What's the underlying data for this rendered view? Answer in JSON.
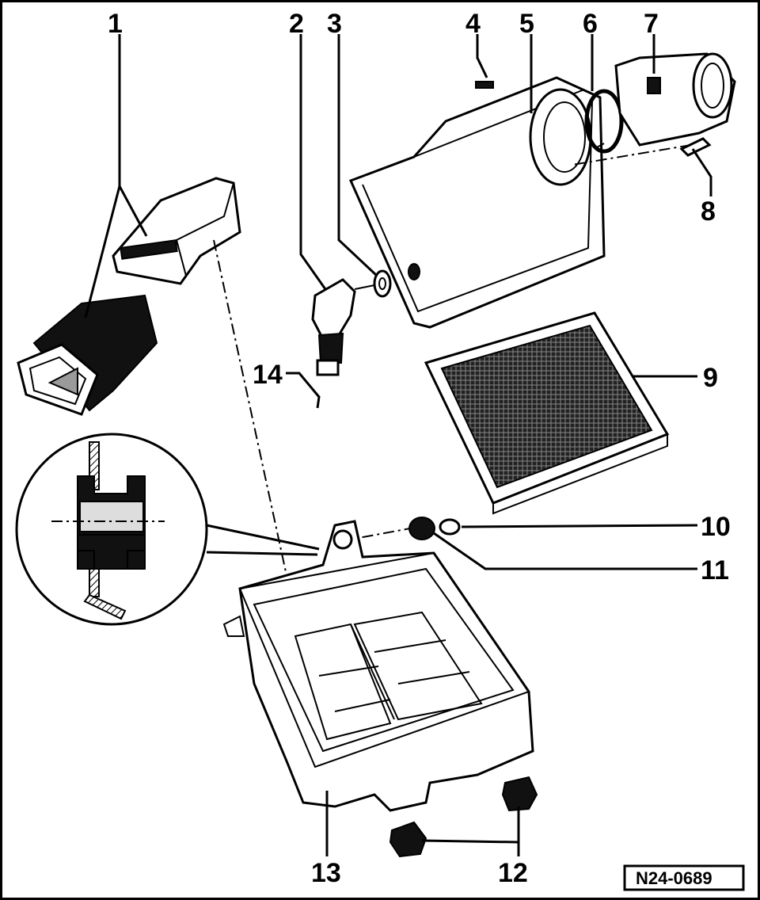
{
  "diagram": {
    "reference_code": "N24-0689",
    "callouts": [
      "1",
      "2",
      "3",
      "4",
      "5",
      "6",
      "7",
      "8",
      "9",
      "10",
      "11",
      "12",
      "13",
      "14"
    ]
  }
}
